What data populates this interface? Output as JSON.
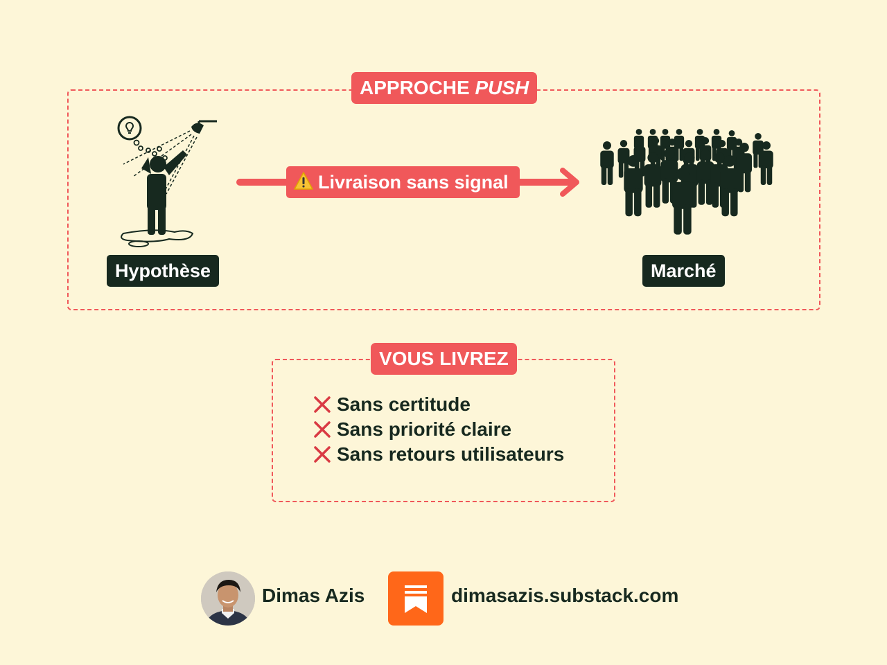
{
  "push": {
    "tag_prefix": "APPROCHE ",
    "tag_emphasis": "PUSH",
    "source_label": "Hypothèse",
    "target_label": "Marché",
    "arrow_label": "Livraison sans signal",
    "arrow_icon": "warning-icon"
  },
  "deliver": {
    "tag": "VOUS LIVREZ",
    "items": [
      {
        "icon": "x-icon",
        "text": "Sans certitude"
      },
      {
        "icon": "x-icon",
        "text": "Sans priorité claire"
      },
      {
        "icon": "x-icon",
        "text": "Sans retours utilisateurs"
      }
    ]
  },
  "footer": {
    "author": "Dimas Azis",
    "site": "dimasazis.substack.com"
  },
  "colors": {
    "background": "#fdf6d8",
    "accent": "#f0585a",
    "dark": "#17291f",
    "substack": "#ff6719"
  }
}
